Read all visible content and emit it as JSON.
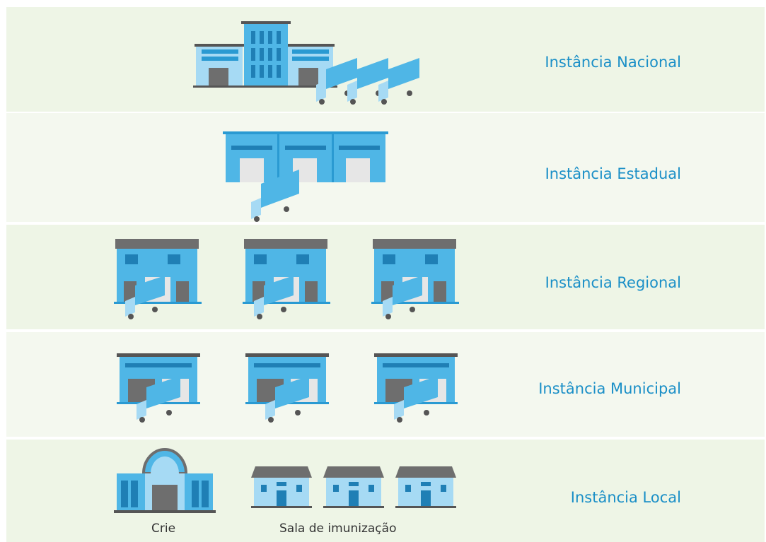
{
  "levels": [
    {
      "label": "Instância Nacional",
      "color": "#eef5e6"
    },
    {
      "label": "Instância Estadual",
      "color": "#f4f8ef"
    },
    {
      "label": "Instância Regional",
      "color": "#eef5e6"
    },
    {
      "label": "Instância Municipal",
      "color": "#f4f8ef"
    },
    {
      "label": "Instância Local",
      "color": "#eef5e6"
    }
  ],
  "captions": {
    "crie": "Crie",
    "sala": "Sala de imunização"
  },
  "colors": {
    "blue": "#4fb6e6",
    "blue_dark": "#2a9ad2",
    "blue_light": "#a6daf4",
    "gray": "#6e6e6e",
    "label": "#1a8fc7"
  },
  "icons": [
    "national-warehouse-icon",
    "state-warehouse-icon",
    "regional-building-icon",
    "municipal-warehouse-icon",
    "crie-building-icon",
    "vaccination-room-icon",
    "delivery-truck-icon"
  ]
}
